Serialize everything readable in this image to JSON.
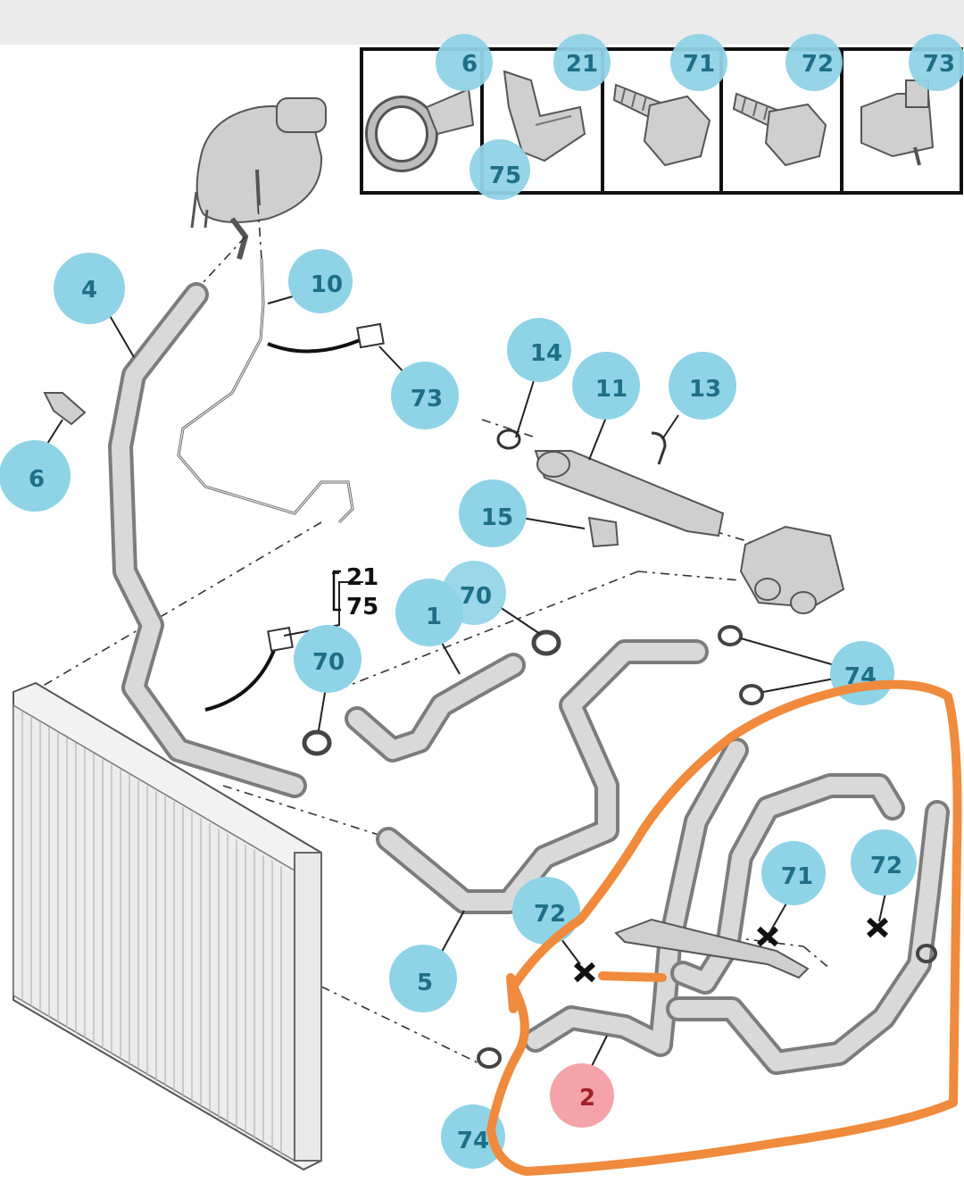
{
  "callouts": {
    "c6_box": "6",
    "c21_box": "21",
    "c71_box": "71",
    "c72_box": "72",
    "c73_box": "73",
    "c75_box": "75",
    "c4": "4",
    "c10": "10",
    "c6": "6",
    "c73": "73",
    "c14": "14",
    "c11": "11",
    "c13": "13",
    "c15": "15",
    "c70_top": "70",
    "c1": "1",
    "c70_left": "70",
    "c74_right": "74",
    "c71": "71",
    "c72_right": "72",
    "c72_mid": "72",
    "c5": "5",
    "c2": "2",
    "c74_bottom": "74"
  },
  "bracket_labels": {
    "top": "21",
    "bottom": "75"
  },
  "colors": {
    "callout_fill": "#8fd3e6",
    "callout_highlight_fill": "#f4a3a8",
    "annotation_orange": "#f08a3c",
    "line_art": "#555555"
  }
}
